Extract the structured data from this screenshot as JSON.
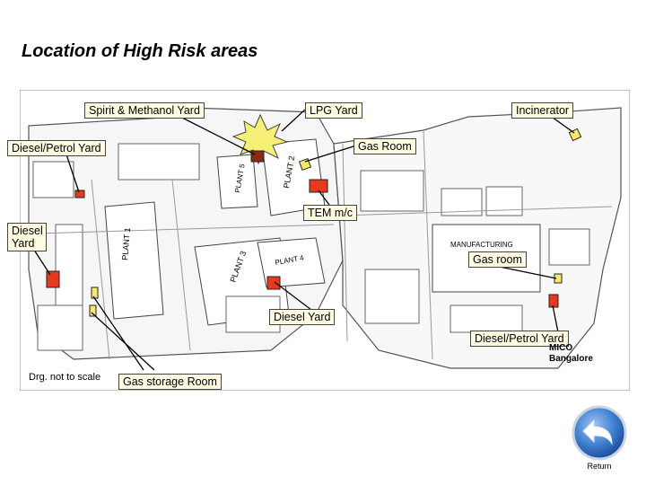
{
  "title": "Location of High Risk areas",
  "map": {
    "scale_note": "Drg. not to scale",
    "place_label": "MICO\nBangalore",
    "plant_labels": [
      "PLANT 1",
      "PLANT 2",
      "PLANT 3",
      "PLANT 4",
      "PLANT 5",
      "MANUFACTURING"
    ],
    "callouts": {
      "spirit_methanol_yard": "Spirit & Methanol Yard",
      "lpg_yard": "LPG Yard",
      "incinerator": "Incinerator",
      "diesel_petrol_yard_top": "Diesel/Petrol Yard",
      "gas_room_top": "Gas Room",
      "tem_mc": "TEM m/c",
      "diesel_yard_left": "Diesel Yard",
      "gas_room_right": "Gas room",
      "diesel_yard_center": "Diesel Yard",
      "diesel_petrol_yard_right": "Diesel/Petrol Yard",
      "gas_storage_room": "Gas storage Room"
    },
    "colors": {
      "diesel_marker": "#e8391e",
      "gas_marker": "#f5e96a",
      "explosion": "#f6f074",
      "map_line": "#555555"
    }
  },
  "return_button": {
    "label": "Return",
    "icon": "return-arrow-icon"
  }
}
